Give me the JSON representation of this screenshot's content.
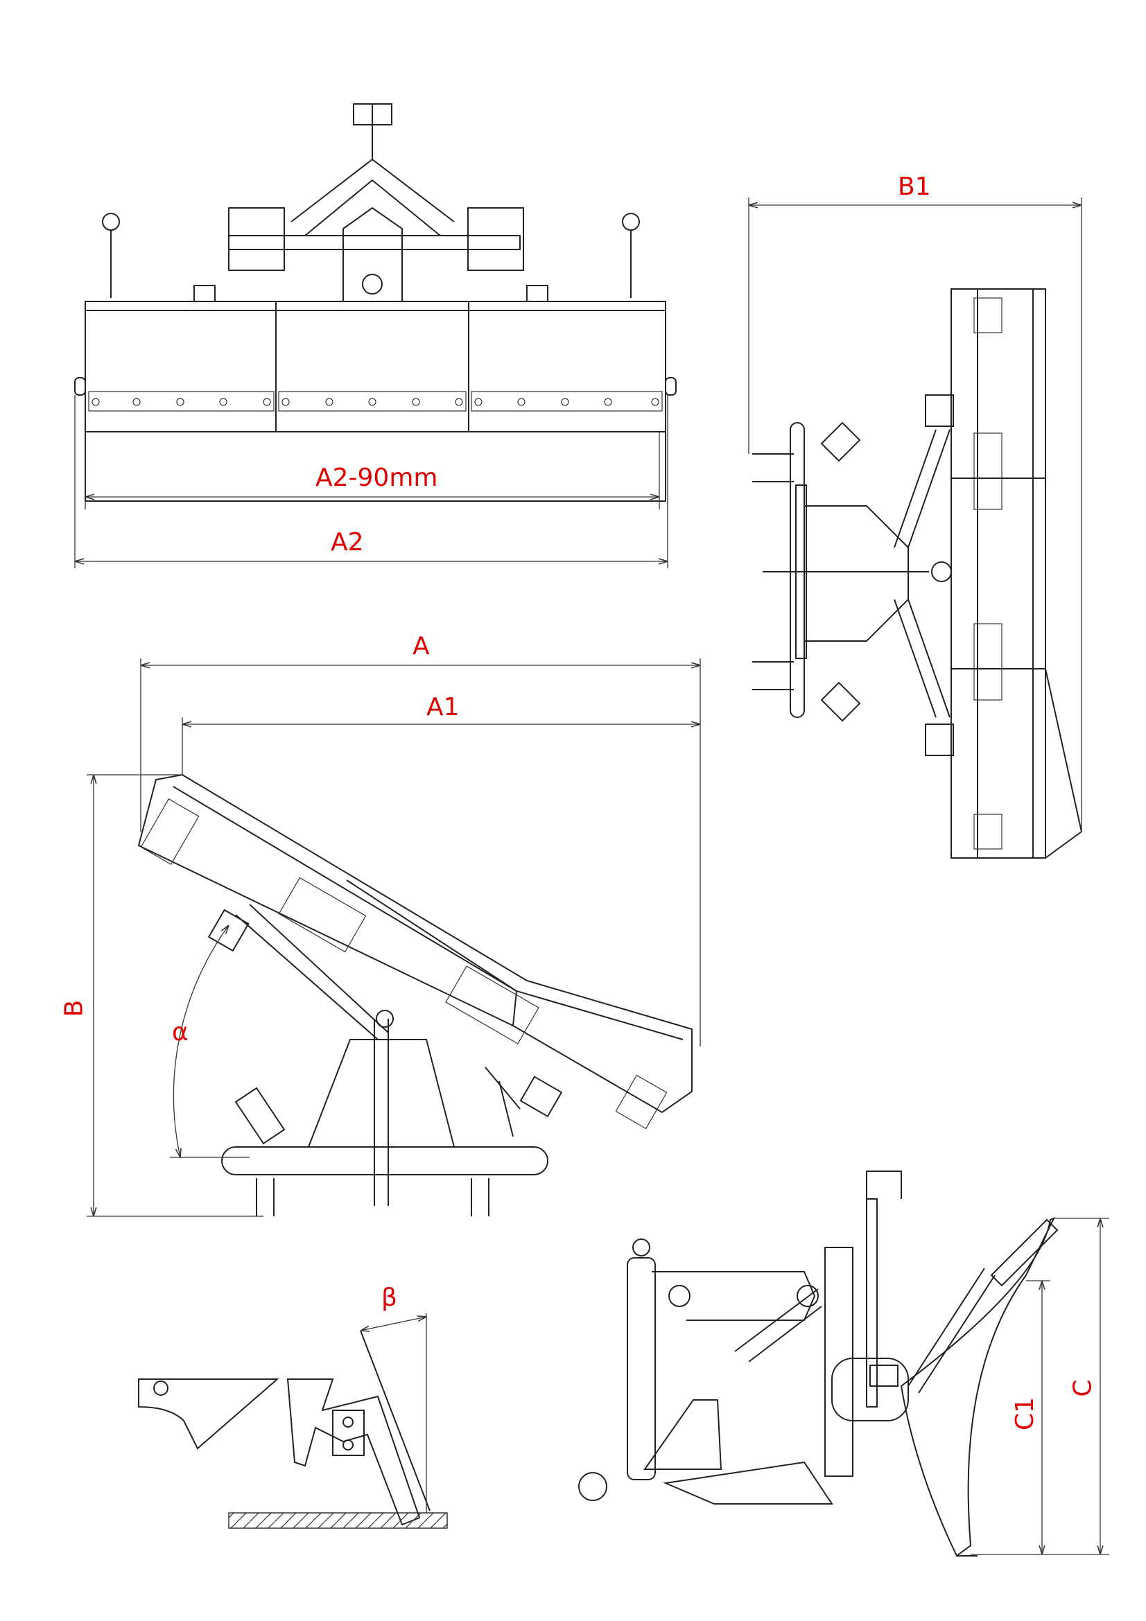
{
  "labels": {
    "a2_minus_90": "A2-90mm",
    "a2": "A2",
    "a": "A",
    "a1": "A1",
    "b": "B",
    "alpha": "α",
    "b1": "B1",
    "beta": "β",
    "c1": "C1",
    "c": "C"
  },
  "colors": {
    "dimension_text": "#e00000",
    "line": "#222222"
  }
}
